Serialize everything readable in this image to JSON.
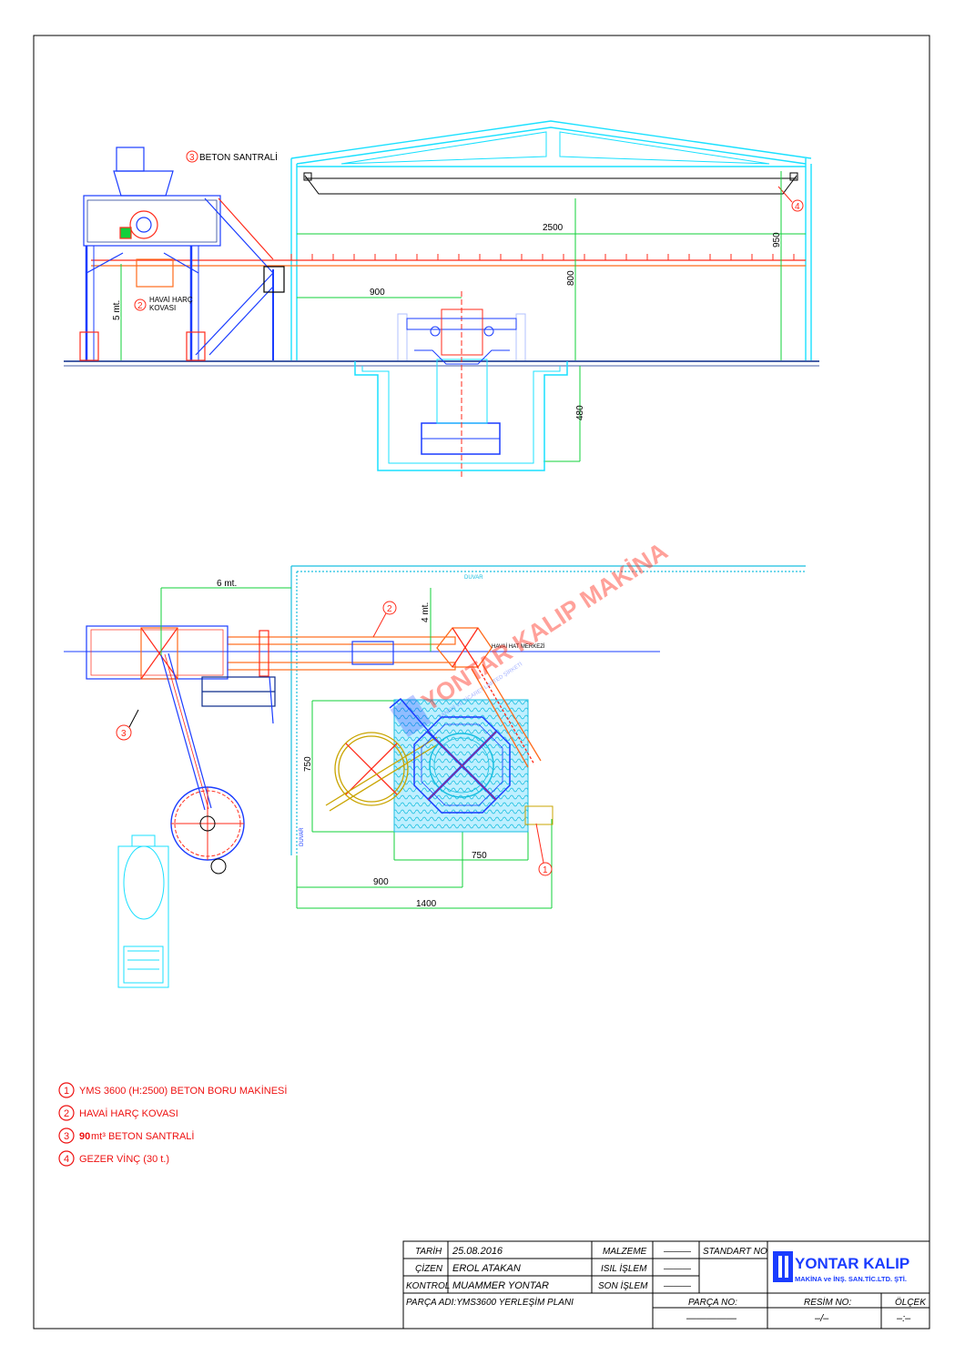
{
  "elevation": {
    "beton_santrali": "BETON SANTRALİ",
    "havai_harc_1": "HAVAİ HARÇ",
    "havai_harc_2": "KOVASI",
    "dim_5mt": "5 mt.",
    "dim_2500": "2500",
    "dim_950": "950",
    "dim_900": "900",
    "dim_800": "800",
    "dim_480": "480",
    "callout_2": "2",
    "callout_3": "3",
    "callout_4": "4"
  },
  "plan": {
    "duvar_top": "DUVAR",
    "duvar_side": "DUVAR",
    "dim_6mt": "6 mt.",
    "dim_4mt": "4 mt.",
    "havai_hat": "HAVAİ HAT MERKEZİ",
    "dim_750_v": "750",
    "dim_750_h": "750",
    "dim_900": "900",
    "dim_1400": "1400",
    "callout_1": "1",
    "callout_2": "2",
    "callout_3": "3",
    "watermark": "YONTAR KALIP MAKİNA",
    "watermark_sub": "SANAYİ VE TİCARET LIMITED ŞİRKETİ"
  },
  "legend": [
    {
      "num": "1",
      "text": "YMS 3600 (H:2500) BETON BORU MAKİNESİ"
    },
    {
      "num": "2",
      "text": "HAVAİ HARÇ KOVASI"
    },
    {
      "num": "3",
      "text_bold": "90",
      "text": " mt³ BETON SANTRALİ"
    },
    {
      "num": "4",
      "text": "GEZER VİNÇ (30 t.)"
    }
  ],
  "titleblock": {
    "tarih_label": "TARİH",
    "tarih_value": "25.08.2016",
    "cizen_label": "ÇİZEN",
    "cizen_value": "EROL ATAKAN",
    "kontrol_label": "KONTROL",
    "kontrol_value": "MUAMMER YONTAR",
    "malzeme_label": "MALZEME",
    "malzeme_value": "———",
    "isil_label": "ISIL İŞLEM",
    "isil_value": "———",
    "son_label": "SON İŞLEM",
    "son_value": "———",
    "standart_label": "STANDART NO",
    "parca_adi": "PARÇA ADI:YMS3600 YERLEŞİM PLANI",
    "parca_no_label": "PARÇA NO:",
    "parca_no_value": "—————",
    "resim_no_label": "RESİM NO:",
    "resim_no_value": "–/–",
    "olcek_label": "ÖLÇEK",
    "olcek_value": "–:–",
    "logo_name": "YONTAR KALIP",
    "logo_sub": "MAKİNA ve İNŞ. SAN.TİC.LTD. ŞTİ."
  },
  "colors": {
    "cyan": "#19e0ff",
    "blue": "#1a3cff",
    "red": "#ff2a1a",
    "orange": "#ff6a1a",
    "green": "#12d03a",
    "navy": "#0a2a8a"
  }
}
